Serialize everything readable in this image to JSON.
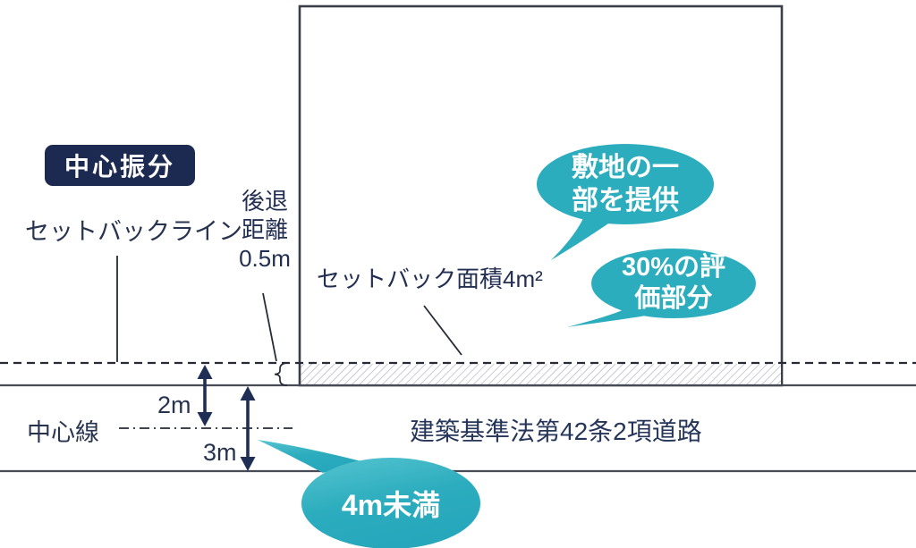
{
  "diagram": {
    "badge_label": "中心振分",
    "setback_line_label": "セットバックライン",
    "setback_distance": {
      "line1": "後退",
      "line2": "距離",
      "value": "0.5m"
    },
    "setback_area_label": "セットバック面積4m²",
    "center_line_label": "中心線",
    "road_label": "建築基準法第42条2項道路",
    "dimensions": {
      "setback_to_center": "2m",
      "road_width": "3m"
    },
    "bubbles": [
      {
        "name": "site-contribution",
        "lines": [
          "敷地の一",
          "部を提供"
        ]
      },
      {
        "name": "evaluation-portion",
        "lines": [
          "30%の評",
          "価部分"
        ]
      },
      {
        "name": "road-width-note",
        "lines": [
          "4m未満"
        ]
      }
    ],
    "colors": {
      "navy_text": "#27334F",
      "badge_bg": "#1C2950",
      "teal_bubble": "#2CADBE",
      "arrow_navy": "#1E2E55",
      "hatch_gray": "#ABAFBA",
      "line_dark": "#3A3F49"
    }
  }
}
